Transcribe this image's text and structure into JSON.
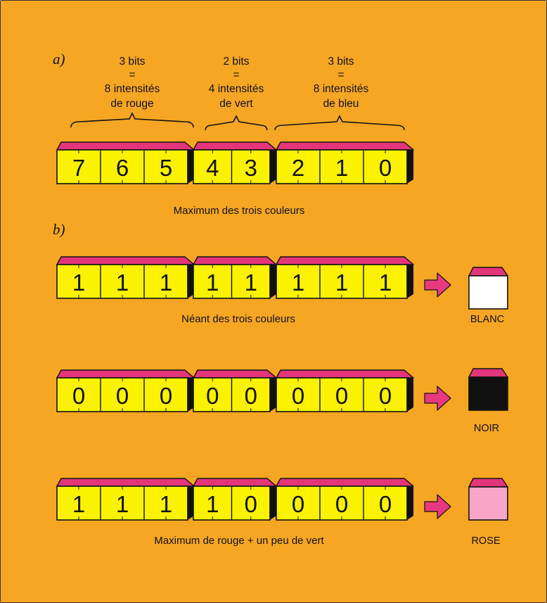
{
  "colors": {
    "background": "#F6A623",
    "cell_face": "#FAF200",
    "block_top": "#E3357A",
    "arrow": "#E8397F",
    "outline": "#111111"
  },
  "section_a": {
    "marker": "a)",
    "groups": [
      {
        "bits_line": "3 bits",
        "equals": "=",
        "intensity_line": "8 intensités",
        "color_line": "de rouge"
      },
      {
        "bits_line": "2 bits",
        "equals": "=",
        "intensity_line": "4 intensités",
        "color_line": "de vert"
      },
      {
        "bits_line": "3 bits",
        "equals": "=",
        "intensity_line": "8 intensités",
        "color_line": "de bleu"
      }
    ],
    "register": [
      "7",
      "6",
      "5",
      "4",
      "3",
      "2",
      "1",
      "0"
    ],
    "caption": "Maximum des trois couleurs"
  },
  "section_b": {
    "marker": "b)",
    "rows": [
      {
        "bits": [
          "1",
          "1",
          "1",
          "1",
          "1",
          "1",
          "1",
          "1"
        ],
        "caption": "Néant des trois couleurs",
        "result_label": "BLANC",
        "result_color": "#FFFFFF",
        "result_icon": "white-square-icon"
      },
      {
        "bits": [
          "0",
          "0",
          "0",
          "0",
          "0",
          "0",
          "0",
          "0"
        ],
        "caption": "",
        "result_label": "NOIR",
        "result_color": "#111111",
        "result_icon": "black-square-icon"
      },
      {
        "bits": [
          "1",
          "1",
          "1",
          "1",
          "0",
          "0",
          "0",
          "0"
        ],
        "caption": "Maximum de rouge + un peu de vert",
        "result_label": "ROSE",
        "result_color": "#F7A6C8",
        "result_icon": "pink-square-icon"
      }
    ]
  }
}
